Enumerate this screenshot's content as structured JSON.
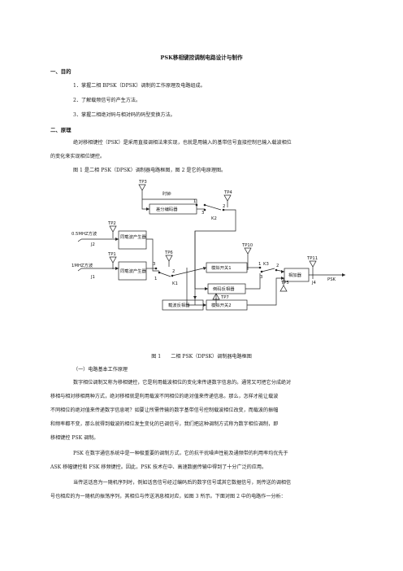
{
  "doc": {
    "title": "PSK移相键控调制电路设计与制作",
    "section1": {
      "heading": "一、目的",
      "items": [
        "1．掌握二相 BPSK（DPSK）调制的工作原理及电路组成。",
        "2．了解载频信号的产生方法。",
        "3．掌握二相绝对码与相对码的码型变换方法。"
      ]
    },
    "section2": {
      "heading": "二、原理",
      "p1a": "绝对移相键控（PSK）是采用直接调相法来实现，也就是用输入的基带信号直接控制已输入载波相位",
      "p1b": "的变化来实现相位键控。",
      "p2": "图 1 是二相 PSK（DPSK）调制器电路框图，图 2 是它的电原理图。"
    },
    "figure": {
      "caption": "图 1　　二相 PSK（DPSK）调制器电路框图",
      "labels": {
        "tp3": "TP3",
        "clock": "时钟",
        "tp4": "TP4",
        "diff_encoder": "差分编码器",
        "k2": "K2",
        "tp2": "TP2",
        "carrier1_freq": "0.5MHZ方波",
        "j2": "J2",
        "carrier_gen1": "同载波产生器",
        "tp1": "TP1",
        "carrier2_freq": "1MHZ方波",
        "j1": "J1",
        "carrier_gen2": "同载波产生器",
        "k1": "K1",
        "tp6": "TP6",
        "analog_sw1": "模拟开关1",
        "tp10": "TP10",
        "k3": "K3",
        "tp5": "TP5",
        "adder": "相加器",
        "tp11": "TP11",
        "j4": "J4",
        "psk": "PSK",
        "inverter": "倒码反相器",
        "tp7": "TP7",
        "carrier_inverter": "载波反相器",
        "analog_sw2": "模拟开关2",
        "n1": "1",
        "n2": "2",
        "n3": "3"
      }
    },
    "section3": {
      "heading": "（一）电路基本工作原理",
      "p1": [
        "数字相位调制又称为移相键控，它是利用载波相位的变化来传递数字信息的。通常又可把它分成绝对",
        "移相与相对移相两种方式，绝对移相就是利用载波不同相位的绝对值来传递信息。那么，怎样才能让载波",
        "不同相位的绝对值来传递数字信息呢？如要让所需传输的数字基带信号控制载波相位改变，而载波的振幅",
        "和频率都不变，那么就得到载波的相位发生变化的已调信号，我们把这种调制方式称为数字相位调制，即",
        "移相键控 PSK 调制。"
      ],
      "p2": [
        "PSK 在数字通信系统中是一种极重要的调制方式，它的抗干扰噪声性能及通频带的利用率均优先于",
        "ASK 移幅键控和 FSK 移频键控。因此，PSK 技术在中、高速数据传输中得到了十分广泛的应用。"
      ],
      "p3": [
        "当传送话音为一随机序列时，例如话音信号经过编码后的数字信号或其它数据信号，则传送的调相信",
        "号也相应的为一随机的振荡序列，其相位与传送消息相对应，如图 3 所示。下面对图 2 中的电路作一分析："
      ]
    }
  }
}
